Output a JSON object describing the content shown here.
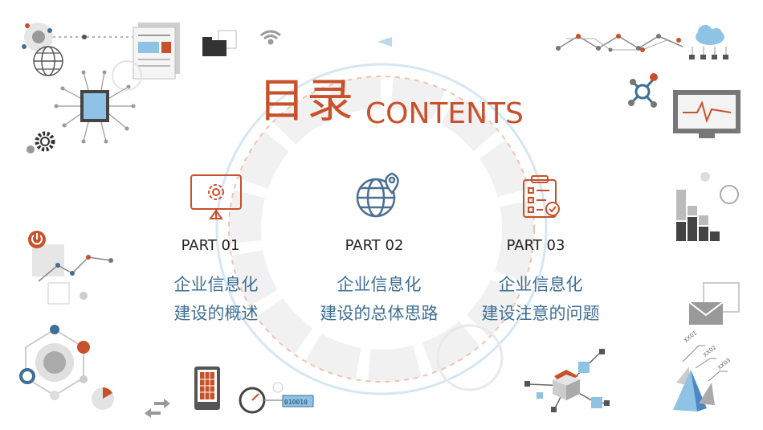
{
  "title": {
    "cn": "目录",
    "en": "CONTENTS"
  },
  "parts": [
    {
      "label": "PART 01",
      "line1": "企业信息化",
      "line2": "建设的概述",
      "icon": "monitor-gear-icon"
    },
    {
      "label": "PART 02",
      "line1": "企业信息化",
      "line2": "建设的总体思路",
      "icon": "globe-pin-icon"
    },
    {
      "label": "PART 03",
      "line1": "企业信息化",
      "line2": "建设注意的问题",
      "icon": "clipboard-check-icon"
    }
  ],
  "decor": {
    "pyramid_labels": [
      "XX01",
      "XX02",
      "XX03"
    ],
    "binary_text": "010010"
  },
  "colors": {
    "accent": "#c8502a",
    "blue": "#3f6f94",
    "gray": "#9a9a9a",
    "light_blue": "#8fc3e6"
  }
}
